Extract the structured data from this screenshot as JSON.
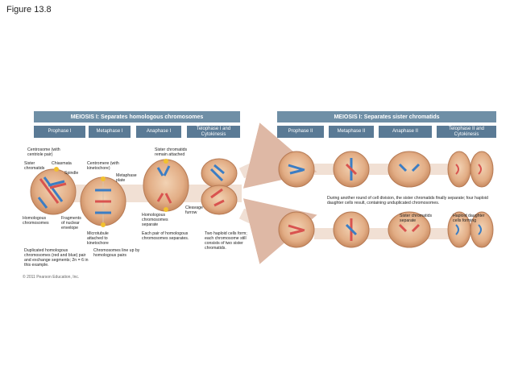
{
  "figure_title": "Figure 13.8",
  "headers": {
    "meiosis1": "MEIOSIS I: Separates homologous chromosomes",
    "meiosis2": "MEIOSIS I: Separates sister chromatids"
  },
  "stages": {
    "prophase1": "Prophase I",
    "metaphase1": "Metaphase I",
    "anaphase1": "Anaphase I",
    "telophase1": "Telophase I and Cytokinesis",
    "prophase2": "Prophase II",
    "metaphase2": "Metaphase II",
    "anaphase2": "Anaphase II",
    "telophase2": "Telophase II and Cytokinesis"
  },
  "labels": {
    "centrosome": "Centrosome (with centriole pair)",
    "sister_chromatids": "Sister chromatids",
    "chiasmata": "Chiasmata",
    "spindle": "Spindle",
    "centromere": "Centromere (with kinetochore)",
    "metaphase_plate": "Metaphase plate",
    "sister_attached": "Sister chromatids remain attached",
    "cleavage_furrow": "Cleavage furrow",
    "homologous_chromosomes": "Homologous chromosomes",
    "fragments": "Fragments of nuclear envelope",
    "microtubule": "Microtubule attached to kinetochore",
    "line_up": "Chromosomes line up by homologous pairs",
    "homologous_separate": "Homologous chromosomes separate",
    "each_pair": "Each pair of homologous chromosomes separates.",
    "two_haploid": "Two haploid cells form; each chromosome still consists of two sister chromatids.",
    "duplicated": "Duplicated homologous chromosomes (red and blue) pair and exchange segments; 2n = 6 in this example.",
    "during_another": "During another round of cell division, the sister chromatids finally separate; four haploid daughter cells result, containing unduplicated chromosomes.",
    "sister_separate": "Sister chromatids separate",
    "haploid_daughter": "Haploid daughter cells forming"
  },
  "copyright": "© 2011 Pearson Education, Inc.",
  "colors": {
    "header_bar": "#6f8fa6",
    "stage_bar": "#5a7a95",
    "cell_fill": "#e4b48e",
    "chrom_red": "#d9534f",
    "chrom_blue": "#3b7dc4",
    "arrow": "#c98a6a",
    "centrosome": "#f2c12e"
  }
}
